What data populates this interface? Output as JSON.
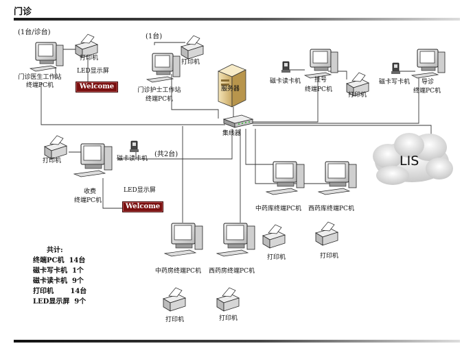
{
  "page": {
    "title": "门诊"
  },
  "counts": {
    "per_clinic": "(1台/诊台)",
    "nurse_one": "(1台)",
    "two_units": "(共2台)"
  },
  "labels": {
    "printer": "打印机",
    "led_screen": "LED显示屏",
    "doctor_ws_line1": "门诊医生工作站",
    "doctor_ws_line2": "终端PC机",
    "nurse_ws_line1": "门诊护士工作站",
    "nurse_ws_line2": "终端PC机",
    "server": "服务器",
    "hub": "集线器",
    "card_reader": "磁卡读卡机",
    "card_writer": "磁卡写卡机",
    "register_line1": "挂号",
    "register_line2": "终端PC机",
    "guide_line1": "导诊",
    "guide_line2": "终端PC机",
    "charge_line1": "收费",
    "charge_line2": "终端PC机",
    "cn_store": "中药库终端PC机",
    "west_store": "西药库终端PC机",
    "cn_pharmacy": "中药房终端PC机",
    "west_pharmacy": "西药房终端PC机",
    "lis": "LIS",
    "welcome": "Welcome"
  },
  "summary": {
    "heading": "共计:",
    "rows": [
      "终端PC机  14台",
      "磁卡写卡机  1个",
      "磁卡读卡机  9个",
      "打印机       14台",
      "LED显示屏  9个"
    ]
  }
}
